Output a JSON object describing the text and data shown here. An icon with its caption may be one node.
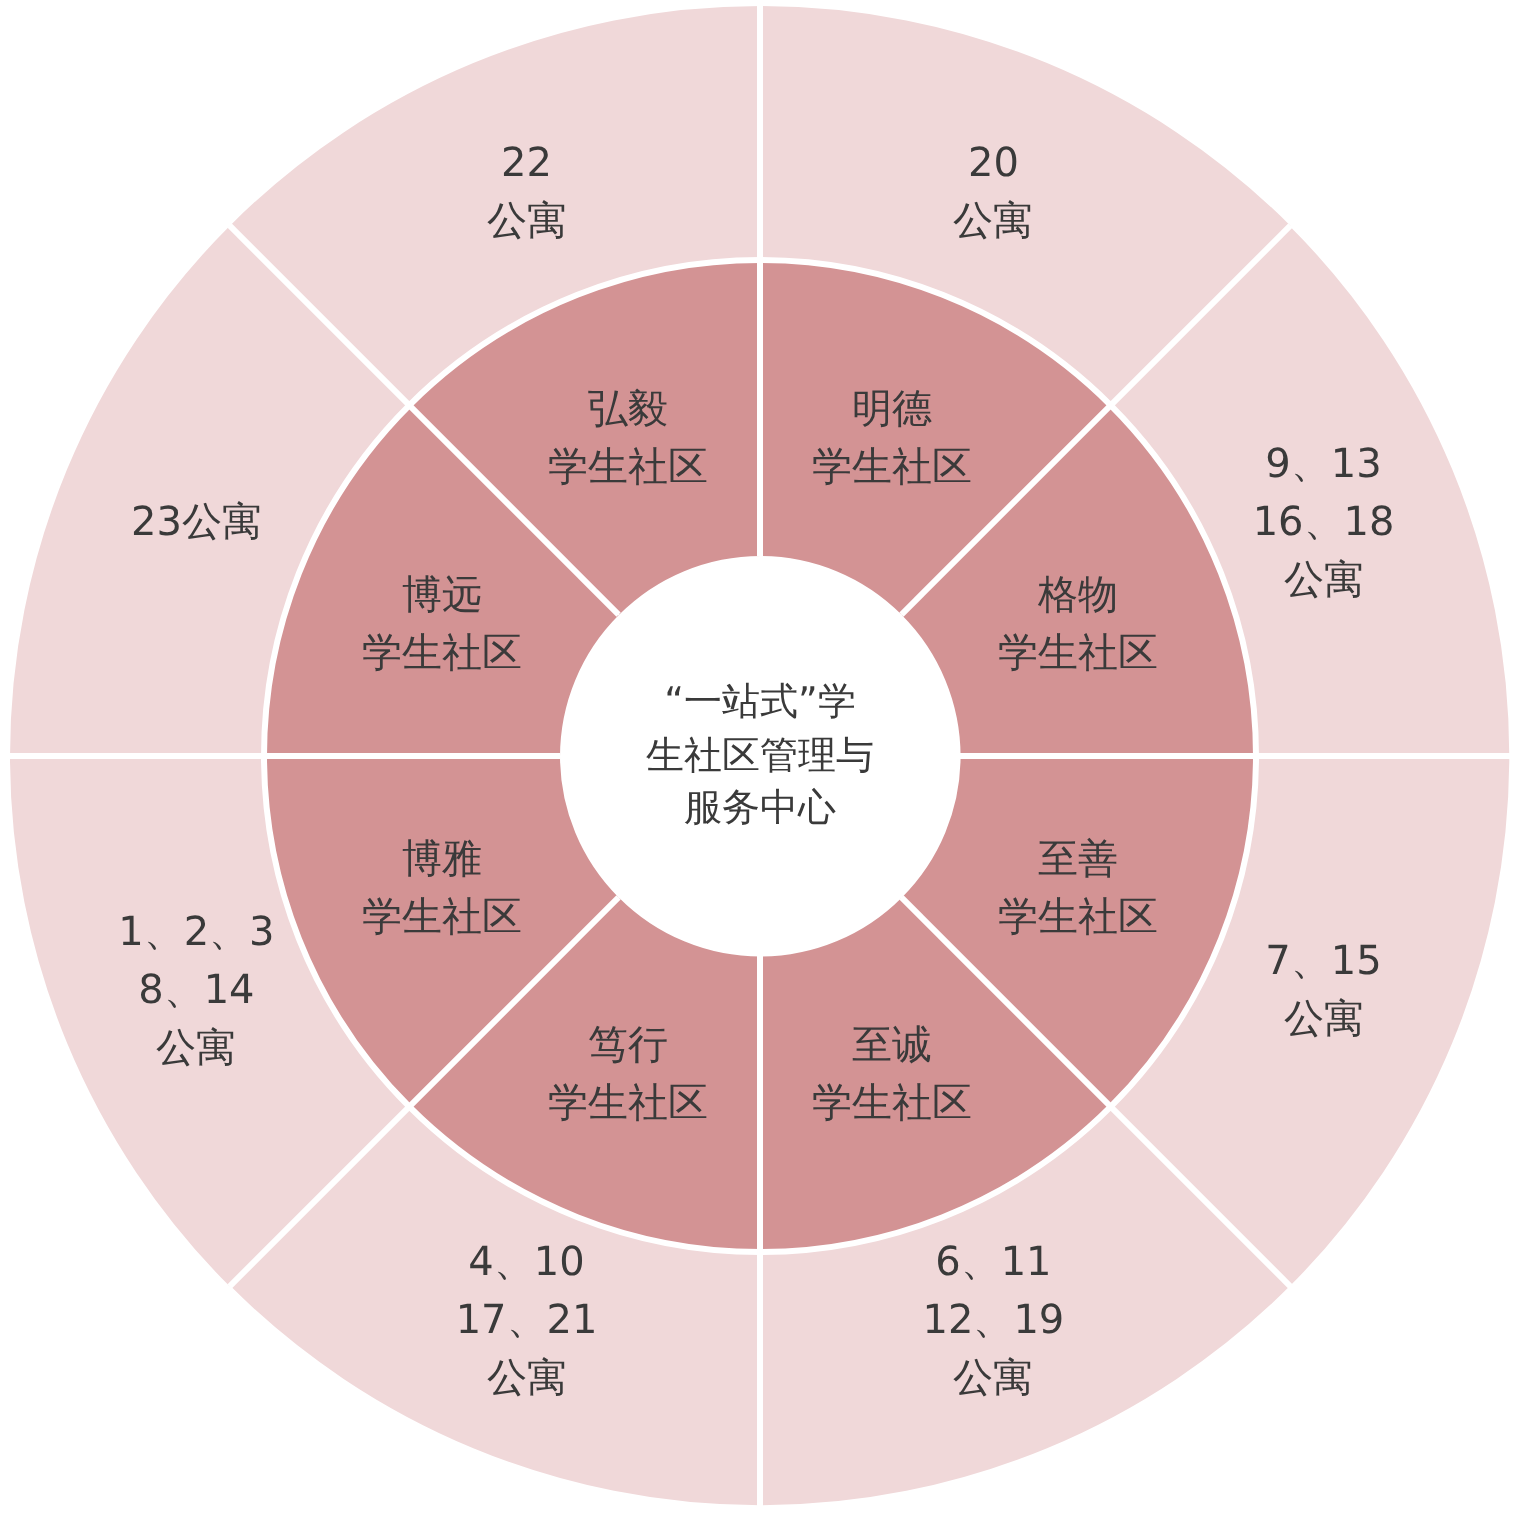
{
  "diagram": {
    "nodes": [
      {
        "text": [
          "“一站式”学生社区管理与服务中心"
        ]
      },
      {
        "text": [
          "明德",
          "学生社区"
        ]
      },
      {
        "text": [
          "格物",
          "学生社区"
        ]
      },
      {
        "text": [
          "至善",
          "学生社区"
        ]
      },
      {
        "text": [
          "至诚",
          "学生社区"
        ]
      },
      {
        "text": [
          "笃行",
          "学生社区"
        ]
      },
      {
        "text": [
          "博雅",
          "学生社区"
        ]
      },
      {
        "text": [
          "博远",
          "学生社区"
        ]
      },
      {
        "text": [
          "弘毅",
          "学生社区"
        ]
      },
      {
        "text": [
          "20 公寓"
        ]
      },
      {
        "text": [
          "9、13 16、18 公寓"
        ]
      },
      {
        "text": [
          "7、15 公寓"
        ]
      },
      {
        "text": [
          "6、11 12、19 公寓"
        ]
      },
      {
        "text": [
          "4、10 17、21 公寓"
        ]
      },
      {
        "text": [
          "1、2、3 8、14 公寓"
        ]
      },
      {
        "text": [
          "23公寓"
        ]
      },
      {
        "text": [
          "22 公寓"
        ]
      }
    ]
  }
}
